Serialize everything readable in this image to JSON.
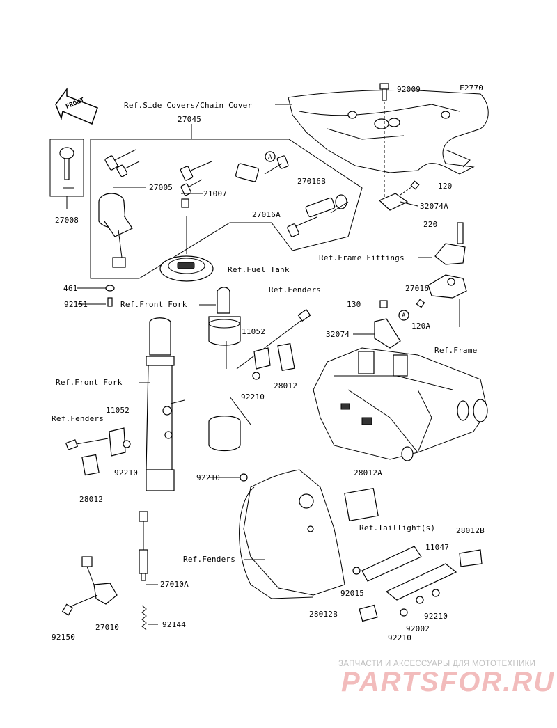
{
  "figure_code": "F2770",
  "front_label": "FRONT",
  "callout_marker": "A",
  "labels": {
    "p92009": "92009",
    "ref_side_covers": "Ref.Side Covers/Chain Cover",
    "p27045": "27045",
    "p27005": "27005",
    "p21007": "21007",
    "p27016B": "27016B",
    "p120": "120",
    "p32074A": "32074A",
    "p27016A": "27016A",
    "p27008": "27008",
    "p220": "220",
    "ref_frame_fittings": "Ref.Frame Fittings",
    "ref_fuel_tank": "Ref.Fuel Tank",
    "p27016": "27016",
    "p461": "461",
    "ref_fenders_top": "Ref.Fenders",
    "p92151": "92151",
    "ref_front_fork_top": "Ref.Front Fork",
    "p130": "130",
    "p120A": "120A",
    "p11052_top": "11052",
    "p32074": "32074",
    "ref_frame": "Ref.Frame",
    "p28012_mid": "28012",
    "ref_front_fork_left": "Ref.Front Fork",
    "p92210_mid": "92210",
    "p11052_left": "11052",
    "ref_fenders_left": "Ref.Fenders",
    "p92210_left": "92210",
    "p28012_left": "28012",
    "p92210_rear": "92210",
    "p28012A": "28012A",
    "ref_taillight": "Ref.Taillight(s)",
    "p28012B_right": "28012B",
    "p11047": "11047",
    "ref_fenders_bottom": "Ref.Fenders",
    "p27010A": "27010A",
    "p92015": "92015",
    "p92210_br": "92210",
    "p28012B_bottom": "28012B",
    "p92002": "92002",
    "p92210_bottom": "92210",
    "p92150": "92150",
    "p27010": "27010",
    "p92144": "92144"
  },
  "watermark": {
    "tagline": "ЗАПЧАСТИ И АКСЕССУАРЫ ДЛЯ МОТОТЕХНИКИ",
    "logo": "PARTSFOR.RU"
  }
}
